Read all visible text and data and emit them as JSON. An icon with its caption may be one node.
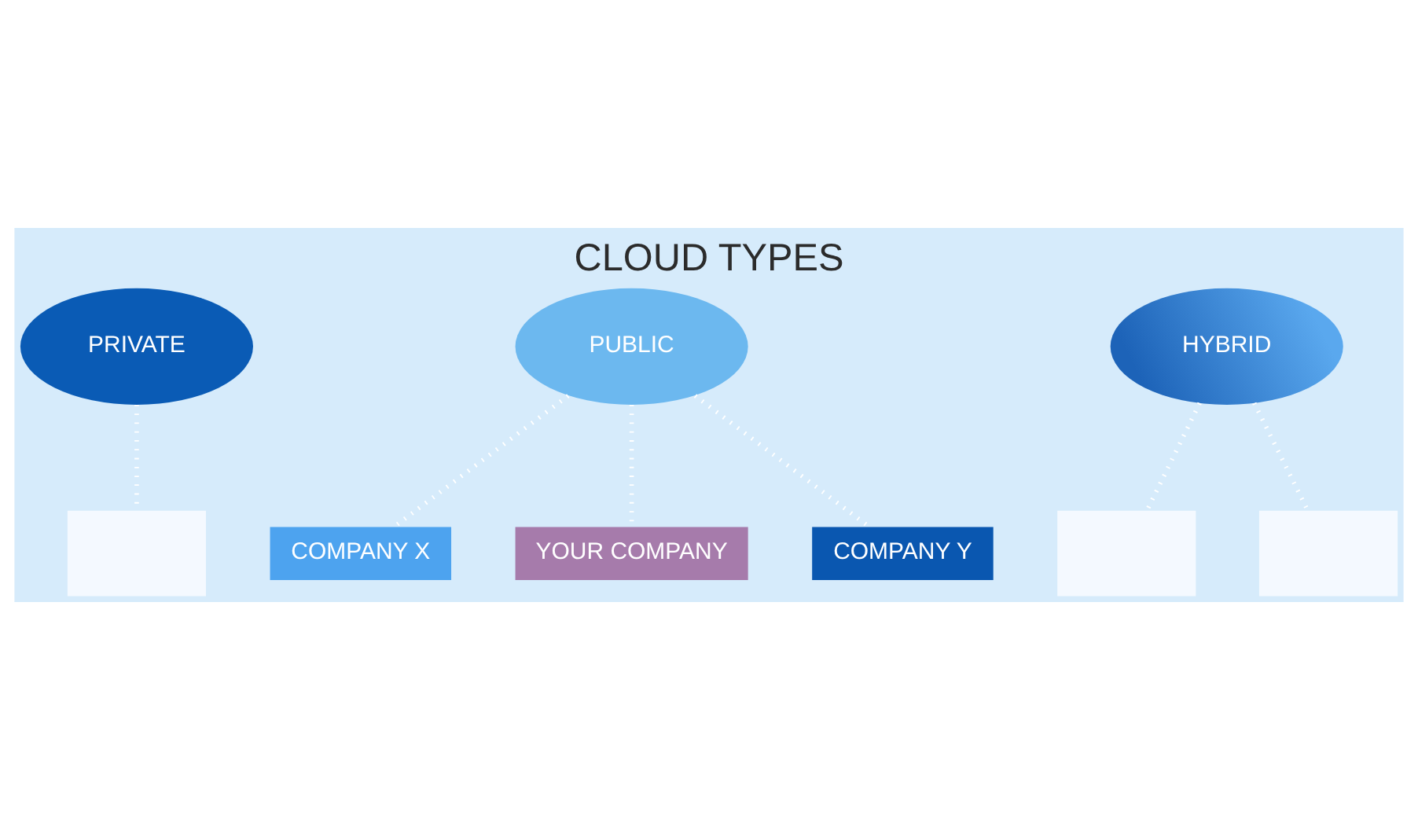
{
  "diagram": {
    "title": "CLOUD TYPES",
    "nodes": [
      {
        "text": [
          "PRIVATE"
        ]
      },
      {
        "text": [
          "PUBLIC"
        ]
      },
      {
        "text": [
          "HYBRID"
        ]
      },
      {
        "text": [],
        "shape": "box"
      },
      {
        "text": [
          "COMPANY X"
        ]
      },
      {
        "text": [
          "YOUR COMPANY"
        ]
      },
      {
        "text": [
          "COMPANY Y"
        ]
      },
      {
        "text": [],
        "shape": "box"
      },
      {
        "text": [],
        "shape": "box"
      }
    ],
    "edges": [
      {
        "from": 0,
        "to": 3,
        "arrow": "none"
      },
      {
        "from": 1,
        "to": 4,
        "arrow": "none"
      },
      {
        "from": 1,
        "to": 5,
        "arrow": "none"
      },
      {
        "from": 1,
        "to": 6,
        "arrow": "none"
      },
      {
        "from": 2,
        "to": 7,
        "arrow": "none"
      },
      {
        "from": 2,
        "to": 8,
        "arrow": "none"
      }
    ]
  }
}
